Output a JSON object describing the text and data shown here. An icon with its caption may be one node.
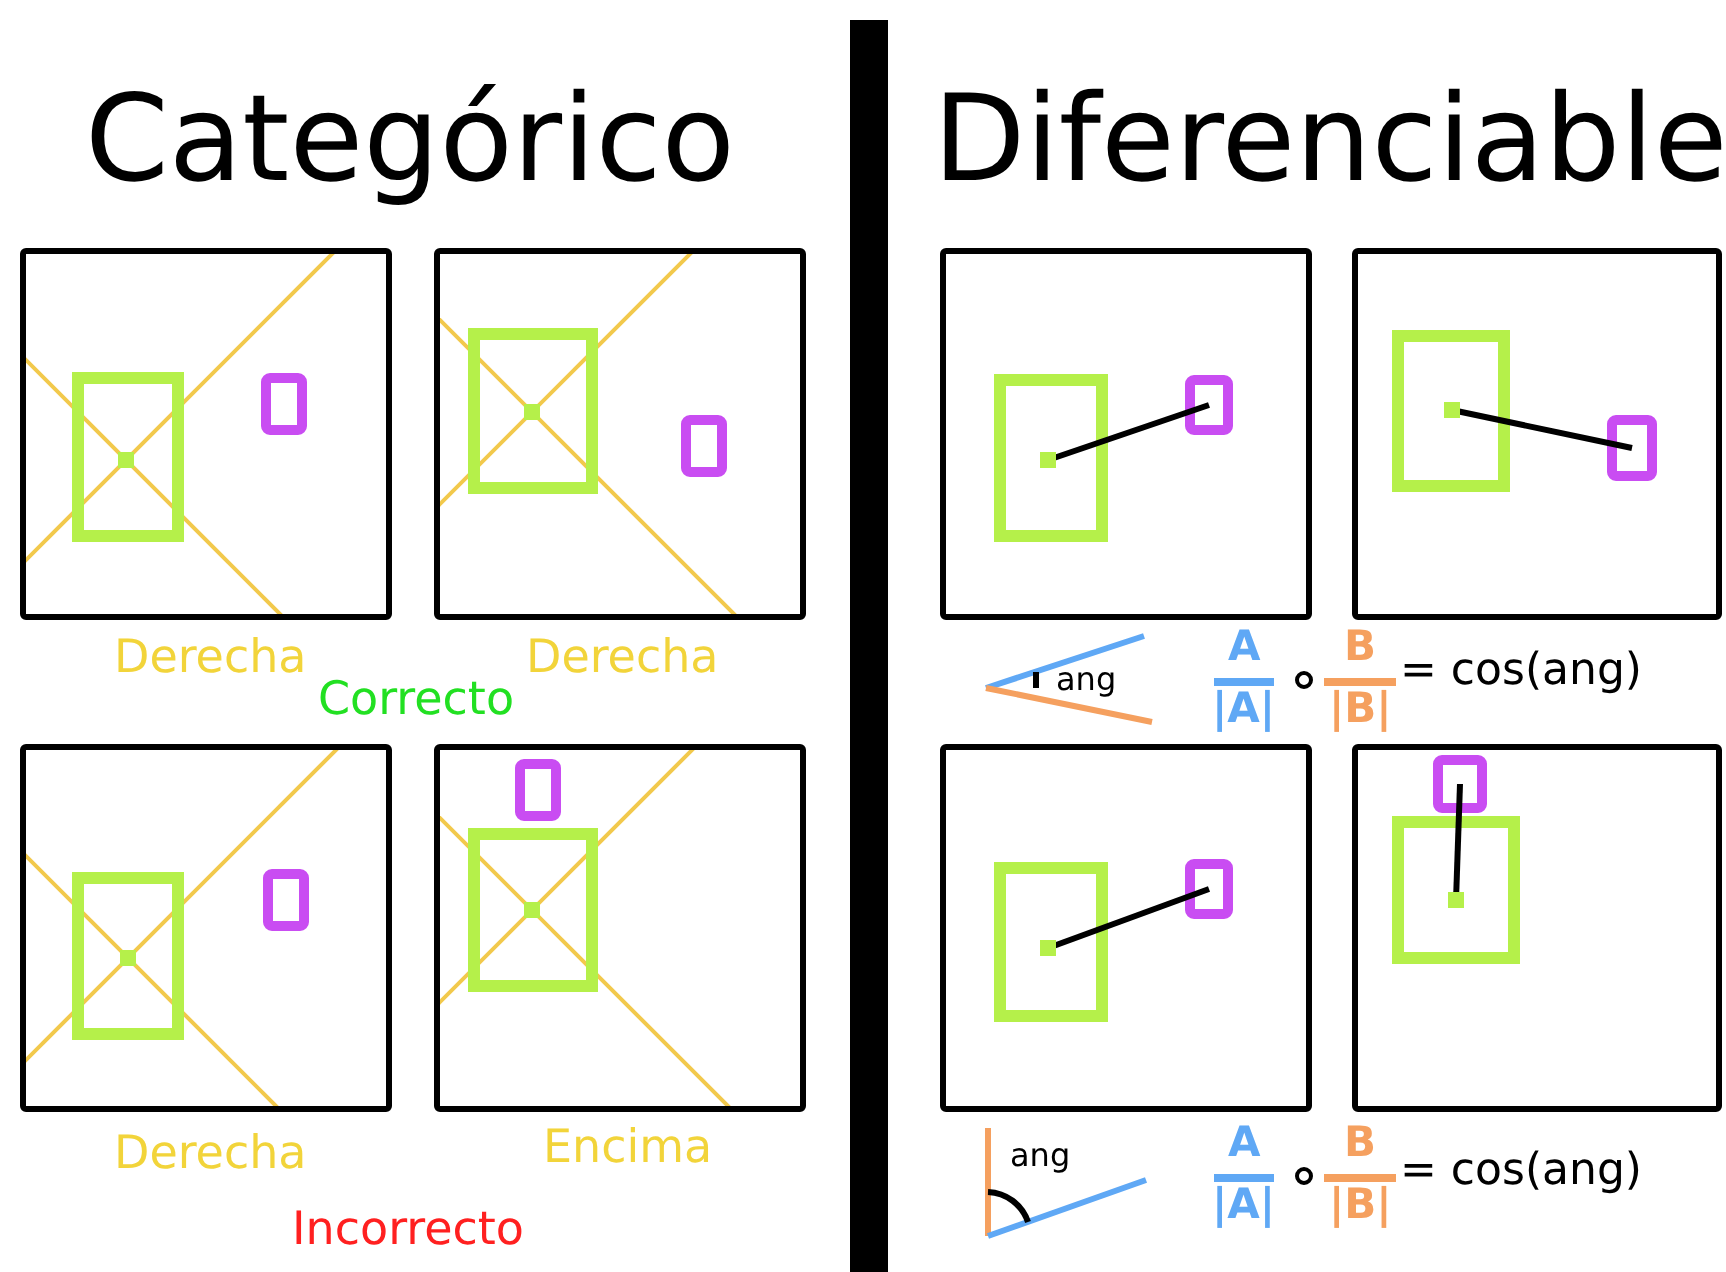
{
  "diagram": {
    "nodes": [
      {
        "text": [],
        "shape": "box"
      },
      {
        "text": [],
        "shape": "box"
      },
      {
        "text": [],
        "shape": "box"
      },
      {
        "text": [],
        "shape": "box"
      },
      {
        "text": [],
        "shape": "box"
      },
      {
        "text": [],
        "shape": "box"
      },
      {
        "text": [],
        "shape": "box"
      },
      {
        "text": [],
        "shape": "box"
      },
      {
        "text": [],
        "shape": "bar"
      }
    ],
    "labels": [
      "Categórico",
      "Diferenciable",
      "Derecha",
      "Derecha",
      "Correcto",
      "Derecha",
      "Encima",
      "Incorrecto",
      "ang",
      "A",
      "|A|",
      "B",
      "|B|",
      "= cos(ang)",
      "ang",
      "A",
      "|A|",
      "B",
      "|B|",
      "= cos(ang)"
    ]
  }
}
